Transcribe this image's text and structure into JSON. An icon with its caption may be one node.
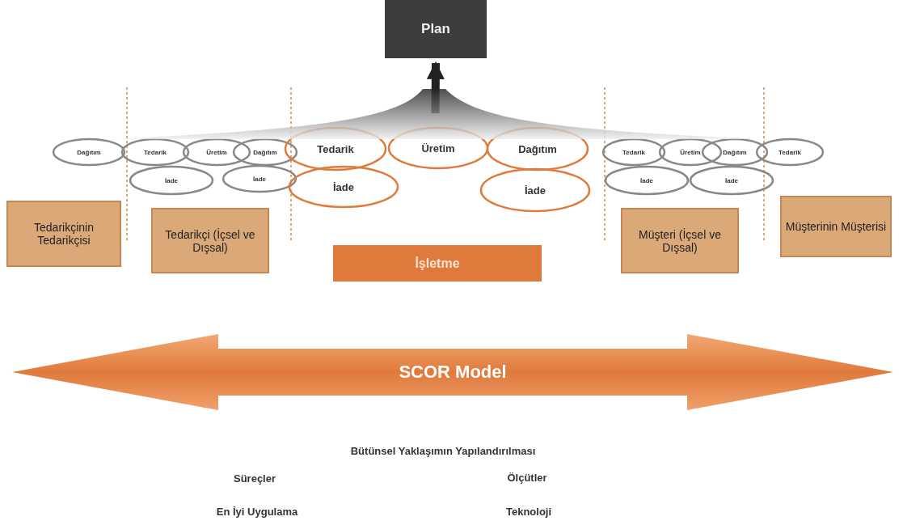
{
  "diagram": {
    "nodes": [
      {
        "text": [
          "Plan"
        ]
      },
      {
        "text": [
          "Dağıtım"
        ]
      },
      {
        "text": [
          "Tedarik"
        ]
      },
      {
        "text": [
          "Üretim"
        ]
      },
      {
        "text": [
          "Dağıtım"
        ]
      },
      {
        "text": [
          "İade"
        ]
      },
      {
        "text": [
          "İade"
        ]
      },
      {
        "text": [
          "Tedarik"
        ]
      },
      {
        "text": [
          "Üretim"
        ]
      },
      {
        "text": [
          "Dağıtım"
        ]
      },
      {
        "text": [
          "İade"
        ]
      },
      {
        "text": [
          "İade"
        ]
      },
      {
        "text": [
          "Tedarik"
        ]
      },
      {
        "text": [
          "Üretim"
        ]
      },
      {
        "text": [
          "Dağıtım"
        ]
      },
      {
        "text": [
          "Tedarik"
        ]
      },
      {
        "text": [
          "İade"
        ]
      },
      {
        "text": [
          "İade"
        ]
      },
      {
        "text": [
          "Tedarikçinin Tedarikçisi"
        ]
      },
      {
        "text": [
          "Tedarikçi (İçsel ve Dışsal)"
        ]
      },
      {
        "text": [
          "İşletme"
        ]
      },
      {
        "text": [
          "Müşteri (İçsel ve Dışsal)"
        ]
      },
      {
        "text": [
          "Müşterinin Müşterisi"
        ]
      },
      {
        "text": [
          "SCOR Model"
        ]
      },
      {
        "text": [],
        "shape": "triangle"
      }
    ],
    "edges": [
      {
        "from": 24,
        "to": 0,
        "arrow": "to"
      }
    ],
    "labels": [
      "Bütünsel Yaklaşımın Yapılandırılması",
      "Süreçler",
      "Ölçütler",
      "En İyi Uygulama",
      "Teknoloji"
    ]
  }
}
